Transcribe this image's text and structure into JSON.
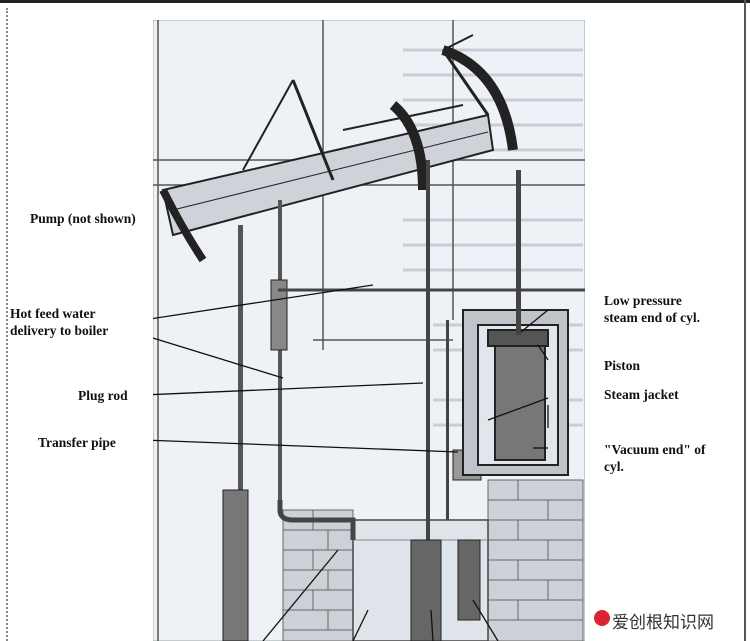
{
  "labels": {
    "pump": "Pump (not shown)",
    "hot_feed": "Hot feed water\ndelivery to boiler",
    "plug_rod": "Plug rod",
    "transfer_pipe": "Transfer pipe",
    "low_pressure": "Low pressure\nsteam end of cyl.",
    "piston": "Piston",
    "steam_jacket": "Steam jacket",
    "vacuum_end": "\"Vacuum end\" of\ncyl."
  },
  "watermark": {
    "text": "爱创根知识网",
    "icon": "site-logo-icon",
    "color": "#d22a33"
  },
  "colors": {
    "paper": "#eef2f6",
    "ink": "#222222",
    "brick": "#bfc3c9"
  }
}
